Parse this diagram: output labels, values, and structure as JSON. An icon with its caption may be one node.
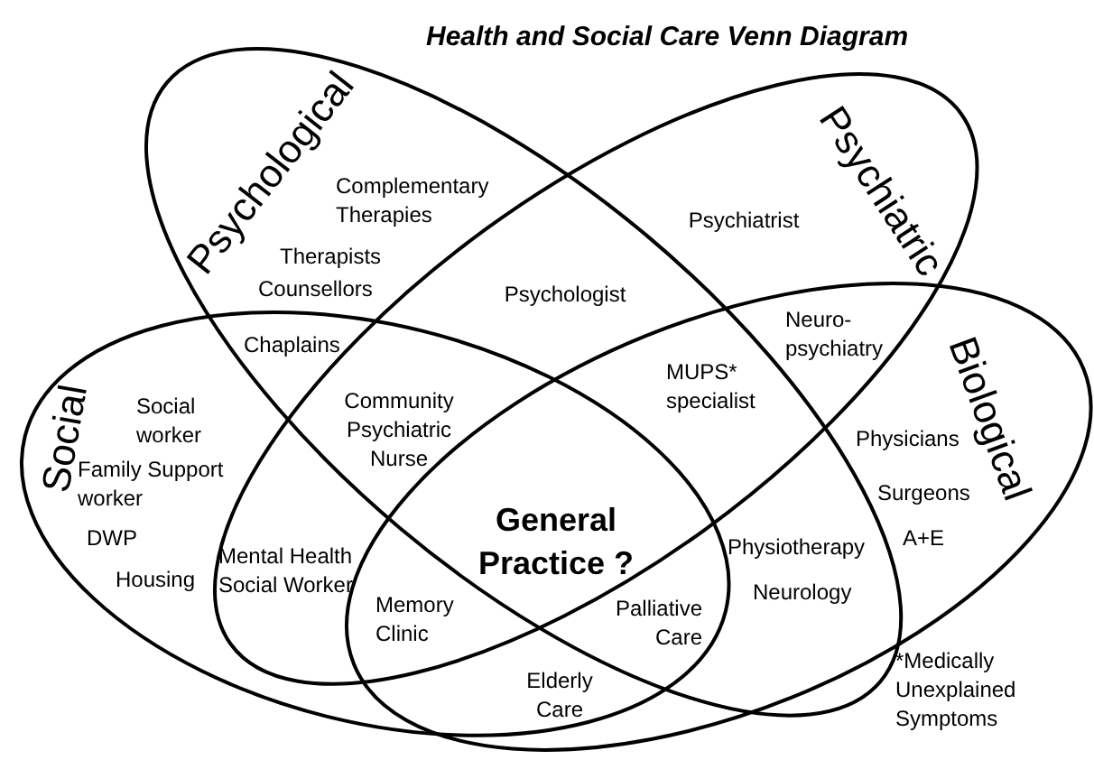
{
  "diagram": {
    "title": "Health and Social Care Venn Diagram",
    "nodes": [
      {
        "text": [
          "Psychological"
        ]
      },
      {
        "text": [
          "Psychiatric"
        ]
      },
      {
        "text": [
          "Social"
        ]
      },
      {
        "text": [
          "Biological"
        ]
      }
    ],
    "labels": [
      "Complementary Therapies",
      "Therapists",
      "Counsellors",
      "Psychiatrist",
      "Psychologist",
      "Chaplains",
      "Neuro- psychiatry",
      "Social worker",
      "Community Psychiatric Nurse",
      "MUPS* specialist",
      "Physicians",
      "Family Support worker",
      "Surgeons",
      "General Practice ?",
      "DWP",
      "A+E",
      "Mental Health Social Worker",
      "Physiotherapy",
      "Housing",
      "Neurology",
      "Memory Clinic",
      "Palliative Care",
      "Elderly Care",
      "*Medically Unexplained Symptoms"
    ]
  }
}
